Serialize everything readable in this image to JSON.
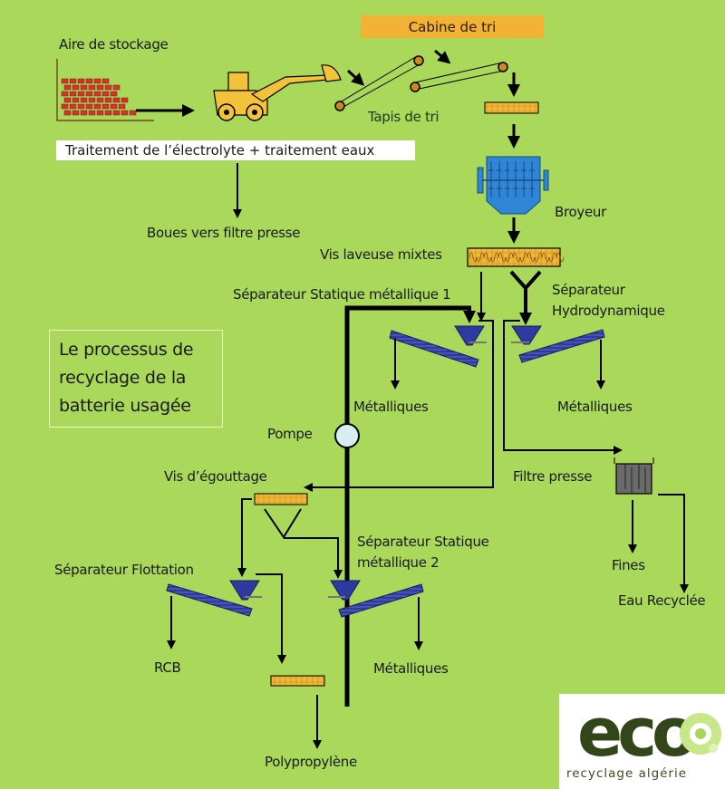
{
  "diagram": {
    "title_lines": [
      "Le processus de",
      "recyclage de la",
      "batterie usagée"
    ],
    "banners": {
      "sorting_cabin": "Cabine de tri",
      "electrolyte": "Traitement de l’électrolyte + traitement eaux"
    },
    "labels": {
      "storage_area": "Aire de stockage",
      "sorting_belt": "Tapis de tri",
      "sludge": "Boues vers filtre presse",
      "crusher": "Broyeur",
      "washing_screw": "Vis laveuse mixtes",
      "static_separator_1": "Séparateur Statique métallique 1",
      "hydro_separator_1": "Séparateur",
      "hydro_separator_2": "Hydrodynamique",
      "metals_1": "Métalliques",
      "metals_2": "Métalliques",
      "pump": "Pompe",
      "drain_screw": "Vis d’égouttage",
      "filter_press": "Filtre presse",
      "static_separator_2_line1": "Séparateur Statique",
      "static_separator_2_line2": "métallique 2",
      "flotation_separator": "Séparateur Flottation",
      "fines": "Fines",
      "recycled_water": "Eau Recyclée",
      "rcb": "RCB",
      "metals_3": "Métalliques",
      "polypropylene": "Polypropylène"
    },
    "colors": {
      "background": "#a9d85a",
      "cabin_banner": "#f2b233",
      "conveyor_screw": "#f0b83a",
      "separator": "#2d3aa0",
      "crusher": "#2f86d6",
      "pump": "#d6eef0",
      "filter_press": "#6a6a6a",
      "bricks": "#d8332a",
      "loader": "#f3c23a"
    }
  },
  "logo": {
    "brand": "eco",
    "tagline": "recyclage algérie"
  }
}
